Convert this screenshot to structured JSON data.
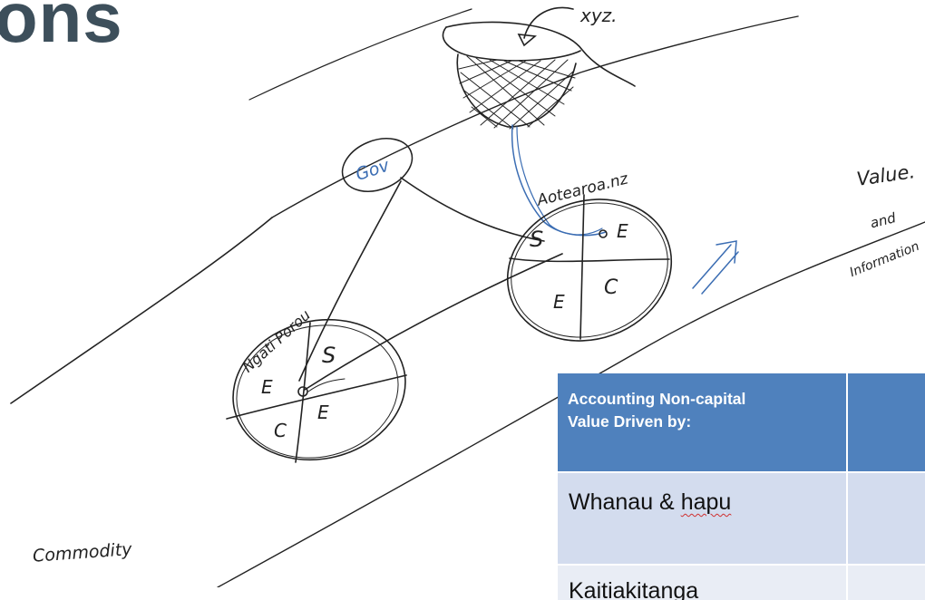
{
  "title_fragment": "ons",
  "sketch_labels": {
    "basket": "xyz.",
    "gov": "Gov",
    "aotearoa": "Aotearoa.nz",
    "ngati_porou": "Ngati Porou",
    "value": "Value.",
    "and": "and",
    "information": "Information",
    "commodity": "Commodity",
    "quad_s": "S",
    "quad_e": "E",
    "quad_c": "C"
  },
  "table": {
    "header": "Accounting Non-capital\nValue Driven by:",
    "rows": [
      {
        "prefix": "Whanau & ",
        "emph": "hapu"
      },
      {
        "prefix": "Kaitiakitanga",
        "emph": ""
      }
    ]
  },
  "colors": {
    "title": "#3d4f5b",
    "ink": "#222222",
    "blue_ink": "#3b6db3",
    "table_header": "#4f81bd",
    "table_row": "#d3dcee"
  }
}
